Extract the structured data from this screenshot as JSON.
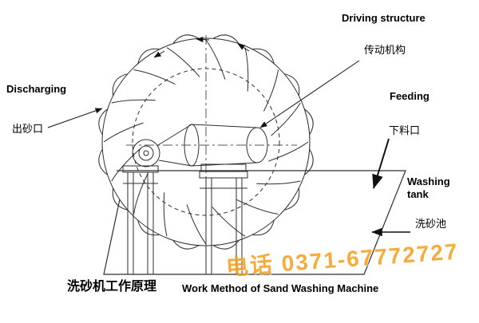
{
  "diagram": {
    "callouts": {
      "driving_structure": {
        "en": "Driving structure",
        "zh": "传动机构"
      },
      "discharging": {
        "en": "Discharging",
        "zh": "出砂口"
      },
      "feeding": {
        "en": "Feeding",
        "zh": "下料口"
      },
      "washing_tank": {
        "en": "Washing tank",
        "zh": "洗砂池"
      }
    },
    "caption": {
      "zh": "洗砂机工作原理",
      "en": "Work Method of Sand Washing Machine"
    },
    "watermark": {
      "text": "电话 0371-67772727",
      "color": "#F59E1B"
    },
    "colors": {
      "line": "#2E2E2E",
      "background": "#FFFFFF"
    }
  }
}
